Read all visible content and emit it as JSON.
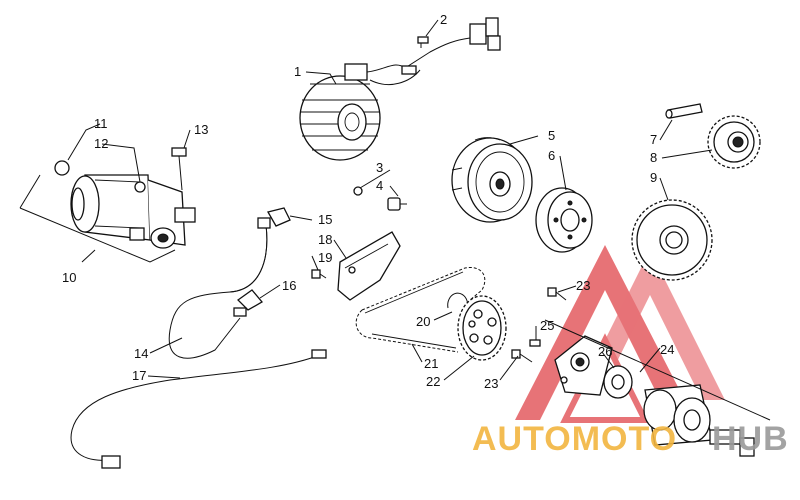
{
  "callouts": [
    "1",
    "2",
    "3",
    "4",
    "5",
    "6",
    "7",
    "8",
    "9",
    "10",
    "11",
    "12",
    "13",
    "14",
    "15",
    "16",
    "17",
    "18",
    "19",
    "20",
    "21",
    "22",
    "23",
    "23",
    "24",
    "25",
    "26"
  ],
  "watermark": {
    "text_left": "AUTOMOTO",
    "text_right": "HUB",
    "color_orange": "#f2b540",
    "color_red": "#e0454a",
    "color_gray": "#9a9a9a"
  }
}
